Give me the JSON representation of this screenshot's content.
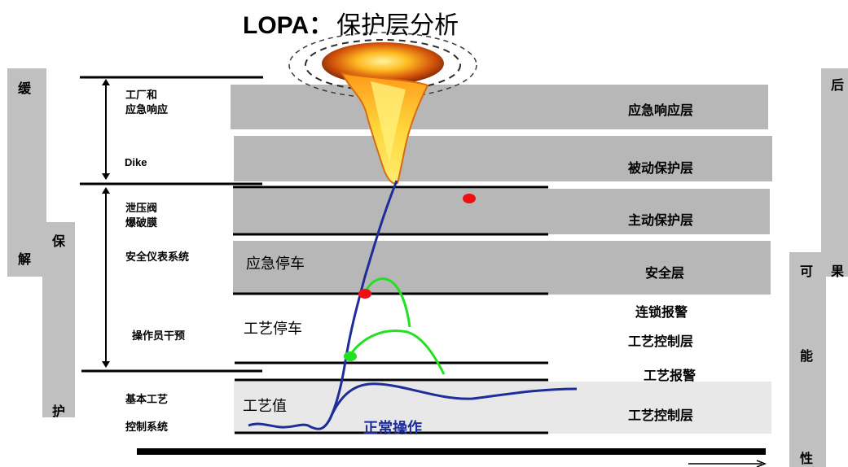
{
  "title": {
    "latin": "LOPA：",
    "chinese": "保护层分析"
  },
  "left_labels": {
    "plant_emergency_line1": "工厂和",
    "plant_emergency_line2": "应急响应",
    "dike": "Dike",
    "relief_line1": "泄压阀",
    "relief_line2": "爆破膜",
    "sis": "安全仪表系统",
    "operator": "操作员干预",
    "bpcs_line1": "基本工艺",
    "bpcs_line2": "控制系统"
  },
  "right_labels": {
    "emergency_response": "应急响应层",
    "passive": "被动保护层",
    "active": "主动保护层",
    "safety": "安全层",
    "interlock_alarm": "连锁报警",
    "process_control_upper": "工艺控制层",
    "process_alarm": "工艺报警",
    "process_control_lower": "工艺控制层"
  },
  "band_text": {
    "emergency_shutdown": "应急停车",
    "process_shutdown": "工艺停车",
    "process_value": "工艺值",
    "normal_operation": "正常操作"
  },
  "side_bars": {
    "left_outer": [
      "缓",
      "解"
    ],
    "left_inner": [
      "保",
      "护"
    ],
    "right_outer": [
      "后",
      "果"
    ],
    "right_inner": [
      "可",
      "能",
      "性"
    ]
  },
  "colors": {
    "band_gray": "#b7b7b7",
    "band_light": "#e8e8e8",
    "side_bar": "#c0c0c0",
    "trajectory_blue": "#1f2d9a",
    "recovery_green": "#22e022",
    "event_red": "#ee1111"
  }
}
